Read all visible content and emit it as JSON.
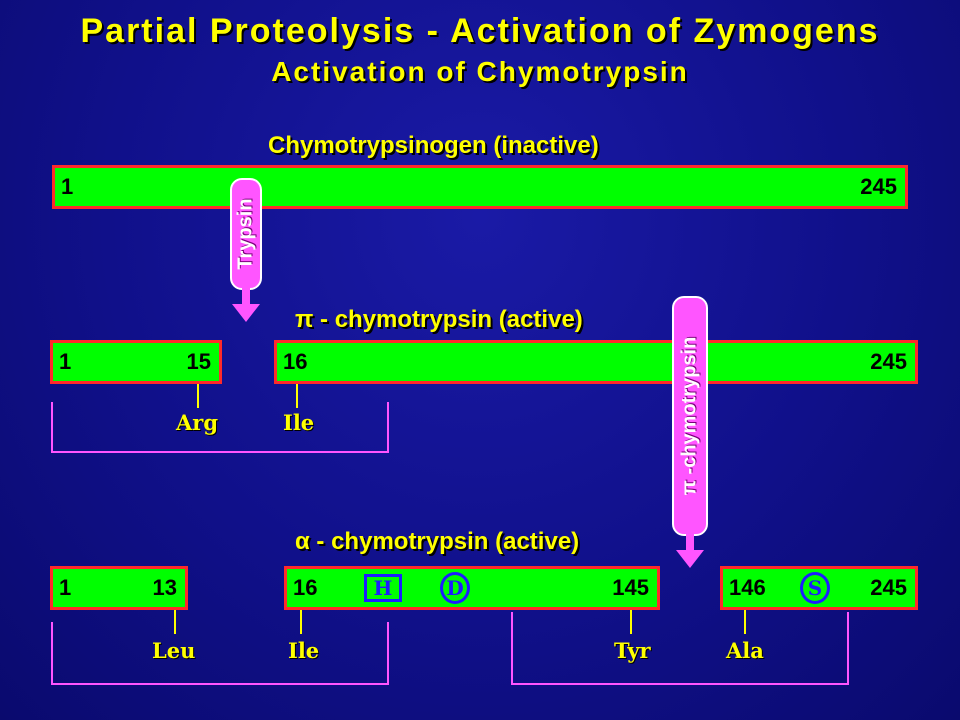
{
  "title_main": "Partial Proteolysis - Activation of Zymogens",
  "title_sub": "Activation of Chymotrypsin",
  "zymogen": {
    "label": "Chymotrypsinogen (inactive)",
    "start": "1",
    "end": "245"
  },
  "enzyme1": {
    "name": "Trypsin"
  },
  "pi": {
    "label": "π - chymotrypsin (active)",
    "seg1": {
      "start": "1",
      "end": "15",
      "res_end": "Arg"
    },
    "seg2": {
      "start": "16",
      "end": "245",
      "res_start": "Ile"
    }
  },
  "enzyme2": {
    "name": "π -chymotrypsin"
  },
  "alpha": {
    "label": "α - chymotrypsin (active)",
    "seg1": {
      "start": "1",
      "end": "13",
      "res_end": "Leu"
    },
    "seg2": {
      "start": "16",
      "end": "145",
      "res_start": "Ile",
      "res_end": "Tyr",
      "icon_box": "H",
      "icon_circle": "D"
    },
    "seg3": {
      "start": "146",
      "end": "245",
      "res_start": "Ala",
      "icon_circle": "S"
    }
  },
  "colors": {
    "background": "#10108a",
    "bar_fill": "#00ff00",
    "bar_border": "#ff2a2a",
    "title_text": "#ffff00",
    "link_line": "#ff55ff",
    "arrow": "#ff55ff",
    "icon_outline": "#1d1dff"
  },
  "icons": [
    "box-H-icon",
    "circle-D-icon",
    "circle-S-icon",
    "down-arrow-icon"
  ]
}
